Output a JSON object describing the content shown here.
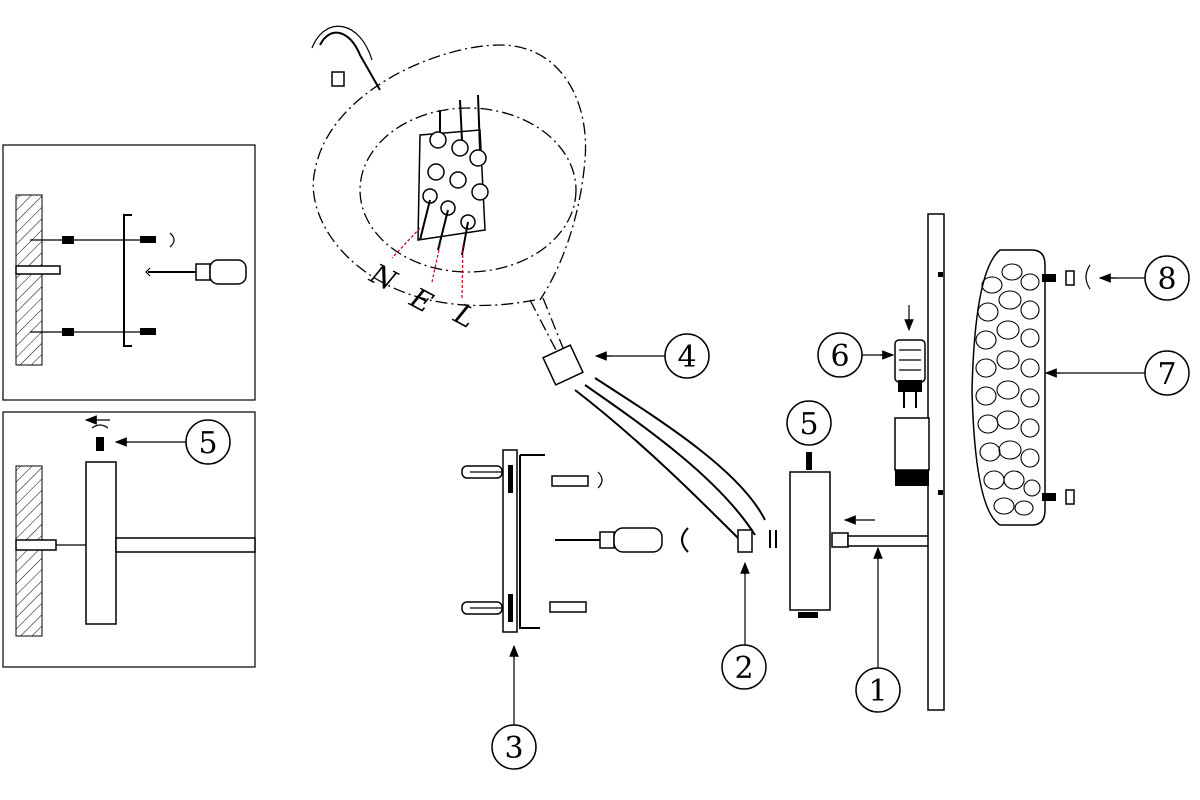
{
  "callouts": [
    {
      "id": "c1",
      "label": "1"
    },
    {
      "id": "c2",
      "label": "2"
    },
    {
      "id": "c3",
      "label": "3"
    },
    {
      "id": "c4",
      "label": "4"
    },
    {
      "id": "c5a",
      "label": "5"
    },
    {
      "id": "c5b",
      "label": "5"
    },
    {
      "id": "c6",
      "label": "6"
    },
    {
      "id": "c7",
      "label": "7"
    },
    {
      "id": "c8",
      "label": "8"
    }
  ],
  "wires": {
    "n": "N",
    "e": "E",
    "l": "L"
  }
}
